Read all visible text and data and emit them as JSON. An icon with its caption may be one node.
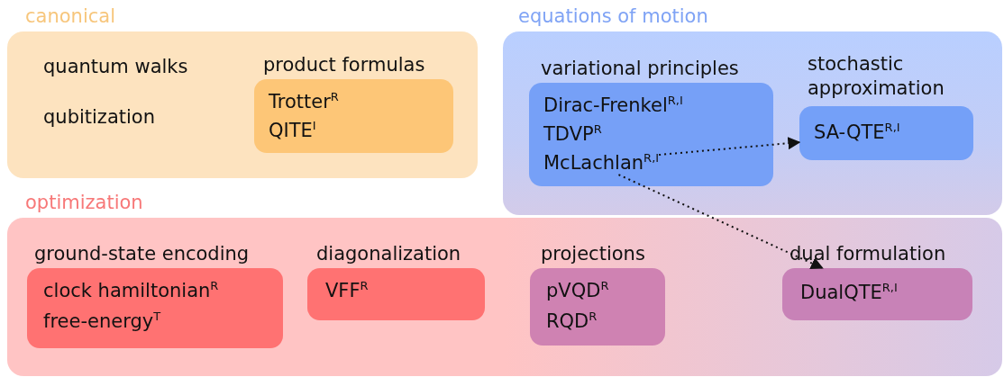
{
  "diagram": {
    "nodes": [
      {
        "text": [
          "canonical"
        ]
      },
      {
        "text": [
          "product formulas",
          "Trotter$^{R}$",
          "QITE$^{I}$"
        ],
        "in": 0
      },
      {
        "text": [
          "equations of motion"
        ]
      },
      {
        "text": [
          "variational principles",
          "Dirac-Frenkel$^{R,I}$",
          "TDVP$^{R}$"
        ],
        "in": 2
      },
      {
        "text": [
          "McLachlan$^{R,I}$"
        ],
        "in": 3
      },
      {
        "text": [
          "stochastic approximation",
          "SA-QTE$^{R,I}$"
        ],
        "in": 2
      },
      {
        "text": [
          "optimization"
        ]
      },
      {
        "text": [
          "ground-state encoding",
          "clock hamiltonian$^{R}$",
          "free-energy$^{T}$"
        ],
        "in": 6
      },
      {
        "text": [
          "diagonalization",
          "VFF$^{R}$"
        ],
        "in": 6
      },
      {
        "text": [
          "projections",
          "pVQD$^{R}$",
          "RQD$^{R}$"
        ],
        "in": 6
      },
      {
        "text": [
          "dual formulation",
          "DualQTE$^{R,I}$"
        ],
        "in": 6
      }
    ],
    "edges": [
      {
        "from": 4,
        "to": 5,
        "arrow": "to",
        "style": "dashed"
      },
      {
        "from": 4,
        "to": 10,
        "arrow": "to",
        "style": "dashed"
      }
    ],
    "labels": [
      "quantum walks",
      "qubitization"
    ]
  }
}
